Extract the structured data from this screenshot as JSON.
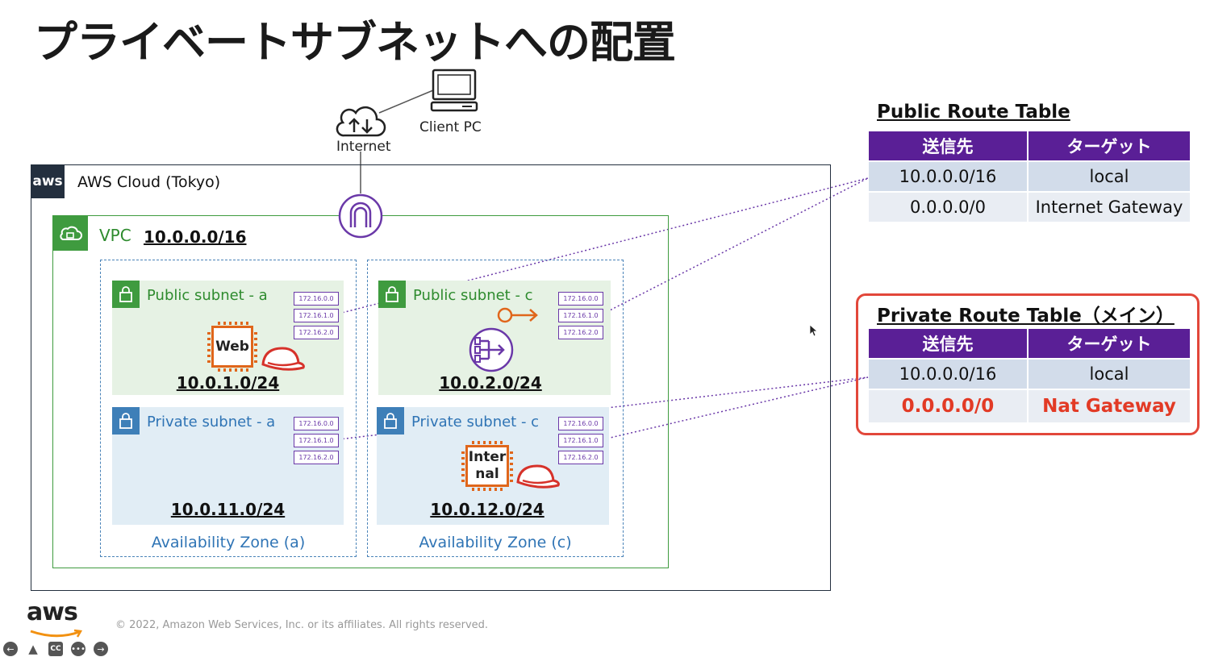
{
  "title": "プライベートサブネットへの配置",
  "client_pc_label": "Client PC",
  "internet_label": "Internet",
  "aws_badge": "aws",
  "aws_cloud_label": "AWS Cloud (Tokyo)",
  "vpc": {
    "label": "VPC",
    "cidr": "10.0.0.0/16"
  },
  "zones": [
    {
      "label": "Availability Zone (a)",
      "public_subnet": {
        "label": "Public subnet - a",
        "cidr": "10.0.1.0/24",
        "instance": "Web"
      },
      "private_subnet": {
        "label": "Private subnet - a",
        "cidr": "10.0.11.0/24"
      }
    },
    {
      "label": "Availability Zone (c)",
      "public_subnet": {
        "label": "Public subnet - c",
        "cidr": "10.0.2.0/24"
      },
      "private_subnet": {
        "label": "Private subnet - c",
        "cidr": "10.0.12.0/24",
        "instance_line1": "Inter",
        "instance_line2": "nal"
      }
    }
  ],
  "route_entries": [
    "172.16.0.0",
    "172.16.1.0",
    "172.16.2.0"
  ],
  "public_route_table": {
    "title": "Public Route Table",
    "headers": [
      "送信先",
      "ターゲット"
    ],
    "rows": [
      [
        "10.0.0.0/16",
        "local"
      ],
      [
        "0.0.0.0/0",
        "Internet Gateway"
      ]
    ]
  },
  "private_route_table": {
    "title": "Private Route Table（メイン）",
    "headers": [
      "送信先",
      "ターゲット"
    ],
    "rows": [
      [
        "10.0.0.0/16",
        "local"
      ],
      [
        "0.0.0.0/0",
        "Nat Gateway"
      ]
    ]
  },
  "footer": {
    "logo": "aws",
    "copyright": "© 2022, Amazon Web Services, Inc. or its affiliates. All rights reserved."
  },
  "colors": {
    "vpc_green": "#3f9b3f",
    "private_blue": "#3e7fb8",
    "route_purple": "#5a1f96",
    "highlight_red": "#e23a25",
    "ec2_orange": "#e0661b",
    "connector_purple": "#6a38a8"
  }
}
